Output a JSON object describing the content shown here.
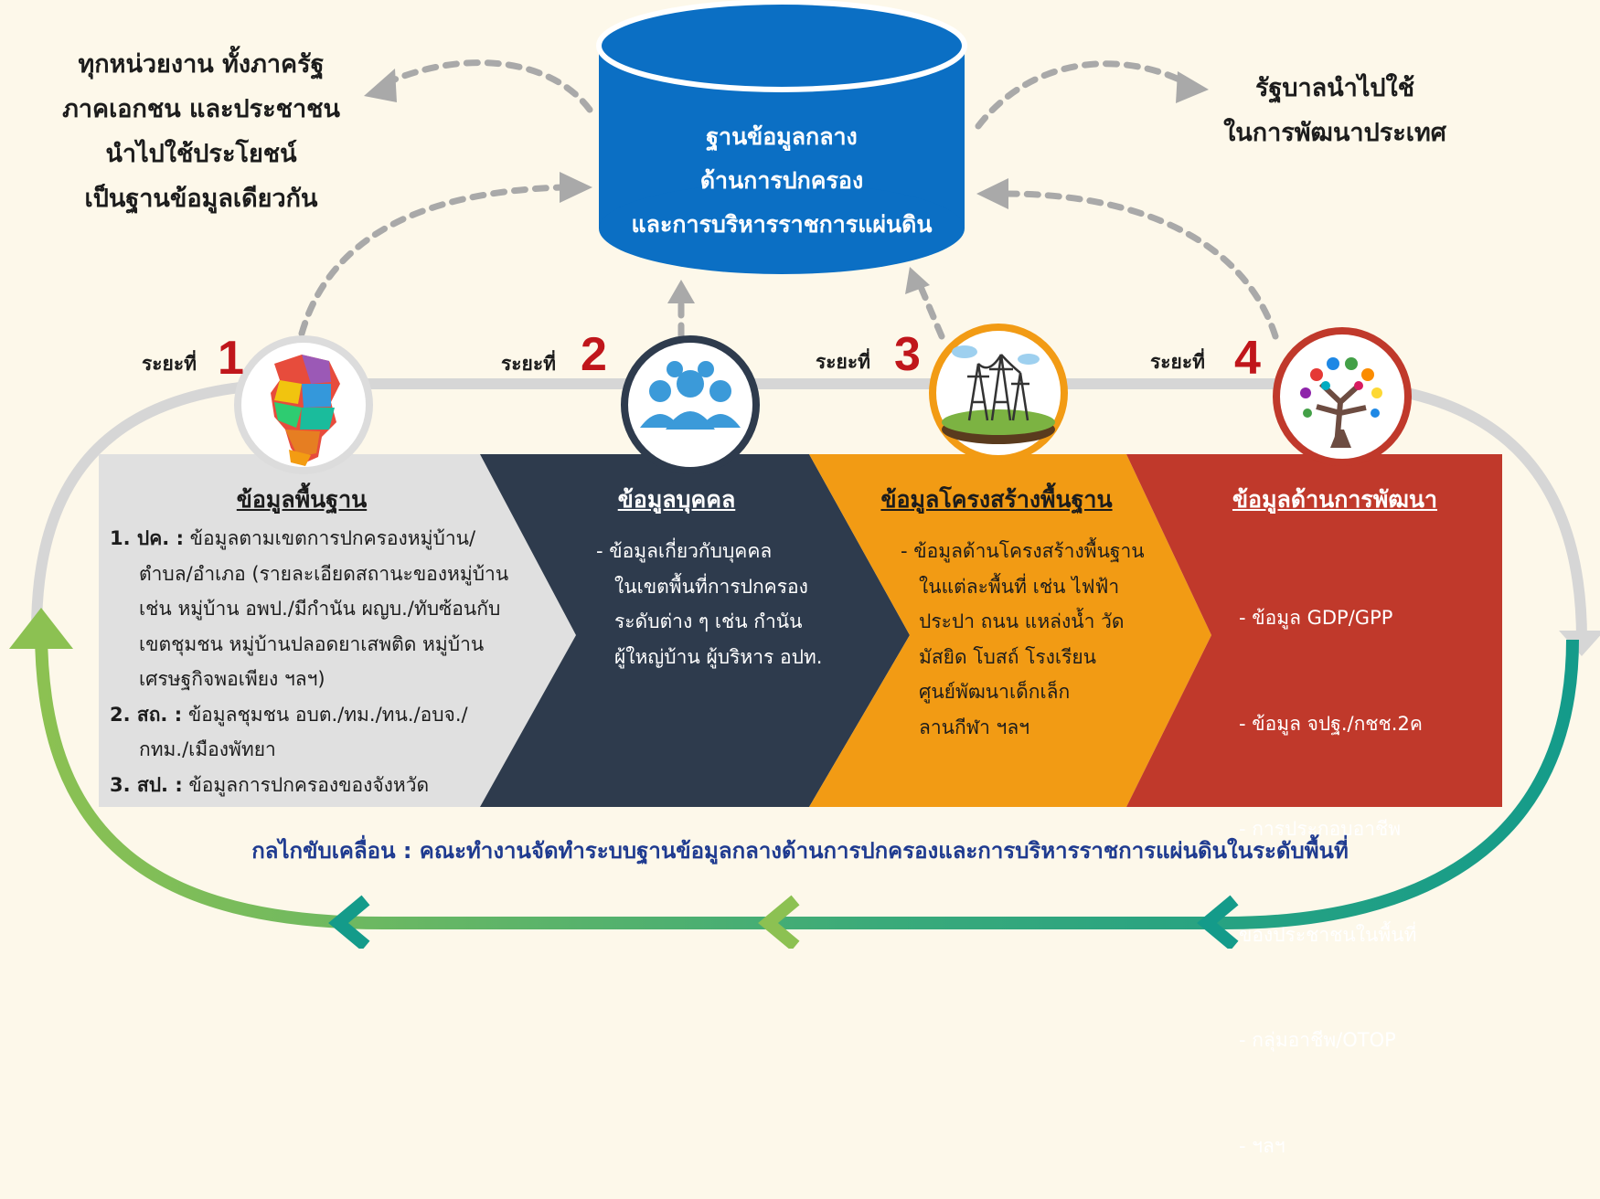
{
  "left_note": {
    "lines": [
      "ทุกหน่วยงาน ทั้งภาครัฐ",
      "ภาคเอกชน และประชาชน",
      "นำไปใช้ประโยชน์",
      "เป็นฐานข้อมูลเดียวกัน"
    ]
  },
  "right_note": {
    "lines": [
      "รัฐบาลนำไปใช้",
      "ในการพัฒนาประเทศ"
    ]
  },
  "database": {
    "lines": [
      "ฐานข้อมูลกลาง",
      "ด้านการปกครอง",
      "และการบริหารราชการแผ่นดิน"
    ],
    "color": "#0b6fc4"
  },
  "phases": [
    {
      "label": "ระยะที่",
      "number": "1",
      "title": "ข้อมูลพื้นฐาน",
      "icon": "province-map-icon",
      "color": "#e0e0e0",
      "title_color": "#1c1c1c",
      "text_color": "#1c1c1c",
      "items": [
        {
          "key": "1. ปค. :",
          "lines": [
            "ข้อมูลตามเขตการปกครองหมู่บ้าน/",
            "ตำบล/อำเภอ (รายละเอียดสถานะของหมู่บ้าน",
            "เช่น หมู่บ้าน อพป./มีกำนัน ผญบ./ทับซ้อนกับ",
            "เขตชุมชน หมู่บ้านปลอดยาเสพติด หมู่บ้าน",
            "เศรษฐกิจพอเพียง ฯลฯ)"
          ]
        },
        {
          "key": "2. สถ. :",
          "lines": [
            "ข้อมูลชุมชน อบต./ทม./ทน./อบจ./",
            "กทม./เมืองพัทยา"
          ]
        },
        {
          "key": "3. สป. :",
          "lines": [
            "ข้อมูลการปกครองของจังหวัด"
          ]
        }
      ]
    },
    {
      "label": "ระยะที่",
      "number": "2",
      "title": "ข้อมูลบุคคล",
      "icon": "people-group-icon",
      "color": "#2e3b4d",
      "title_color": "#ffffff",
      "text_color": "#ffffff",
      "lines": [
        "- ข้อมูลเกี่ยวกับบุคคล",
        "ในเขตพื้นที่การปกครอง",
        "ระดับต่าง ๆ เช่น กำนัน",
        "ผู้ใหญ่บ้าน ผู้บริหาร อปท."
      ]
    },
    {
      "label": "ระยะที่",
      "number": "3",
      "title": "ข้อมูลโครงสร้างพื้นฐาน",
      "icon": "power-tower-icon",
      "color": "#f29b14",
      "title_color": "#1c1c1c",
      "text_color": "#1c1c1c",
      "lines": [
        "- ข้อมูลด้านโครงสร้างพื้นฐาน",
        "ในแต่ละพื้นที่ เช่น ไฟฟ้า",
        "ประปา ถนน แหล่งน้ำ วัด",
        "มัสยิด โบสถ์ โรงเรียน",
        "ศูนย์พัฒนาเด็กเล็ก",
        "ลานกีฬา ฯลฯ"
      ]
    },
    {
      "label": "ระยะที่",
      "number": "4",
      "title": "ข้อมูลด้านการพัฒนา",
      "icon": "development-tree-icon",
      "color": "#c0392b",
      "title_color": "#ffffff",
      "text_color": "#ffffff",
      "lines": [
        "-  ข้อมูล GDP/GPP",
        "-  ข้อมูล จปฐ./กชช.2ค",
        "-  การประกอบอาชีพ",
        "   ของประชาชนในพื้นที่",
        "-  กลุ่มอาชีพ/OTOP",
        "-  ฯลฯ"
      ]
    }
  ],
  "mechanism": "กลไกขับเคลื่อน : คณะทำงานจัดทำระบบฐานข้อมูลกลางด้านการปกครองและการบริหารราชการแผ่นดินในระดับพื้นที่"
}
